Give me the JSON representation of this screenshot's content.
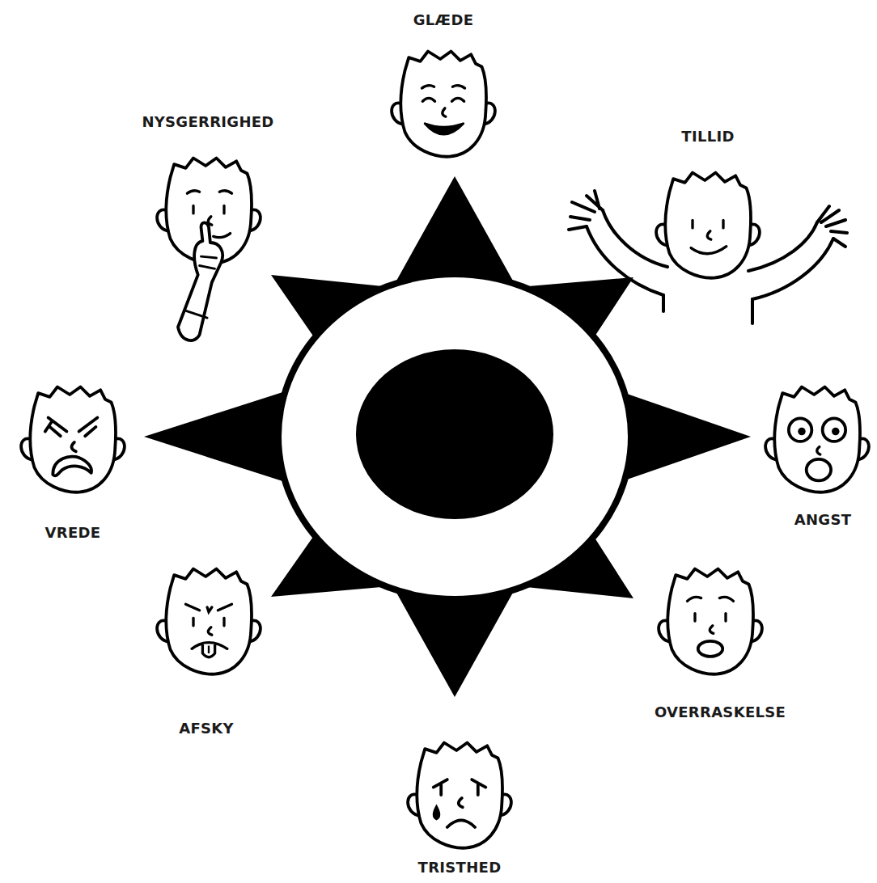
{
  "diagram": {
    "labels": [
      "GLÆDE",
      "NYSGERRIGHED",
      "TILLID",
      "VREDE",
      "ANGST",
      "AFSKY",
      "OVERRASKELSE",
      "TRISTHED"
    ]
  }
}
